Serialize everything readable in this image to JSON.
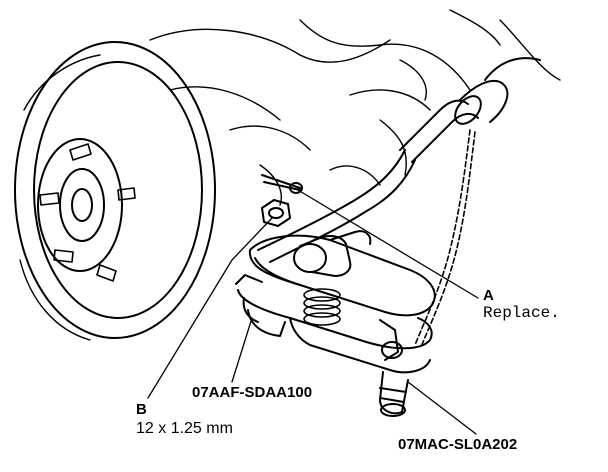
{
  "callouts": {
    "a": {
      "letter": "A",
      "note": "Replace."
    },
    "b": {
      "letter": "B",
      "spec": "12 x 1.25 mm"
    },
    "tool_1": "07AAF-SDAA100",
    "tool_2": "07MAC-SL0A202"
  },
  "colors": {
    "ink": "#000000",
    "paper": "#ffffff"
  }
}
